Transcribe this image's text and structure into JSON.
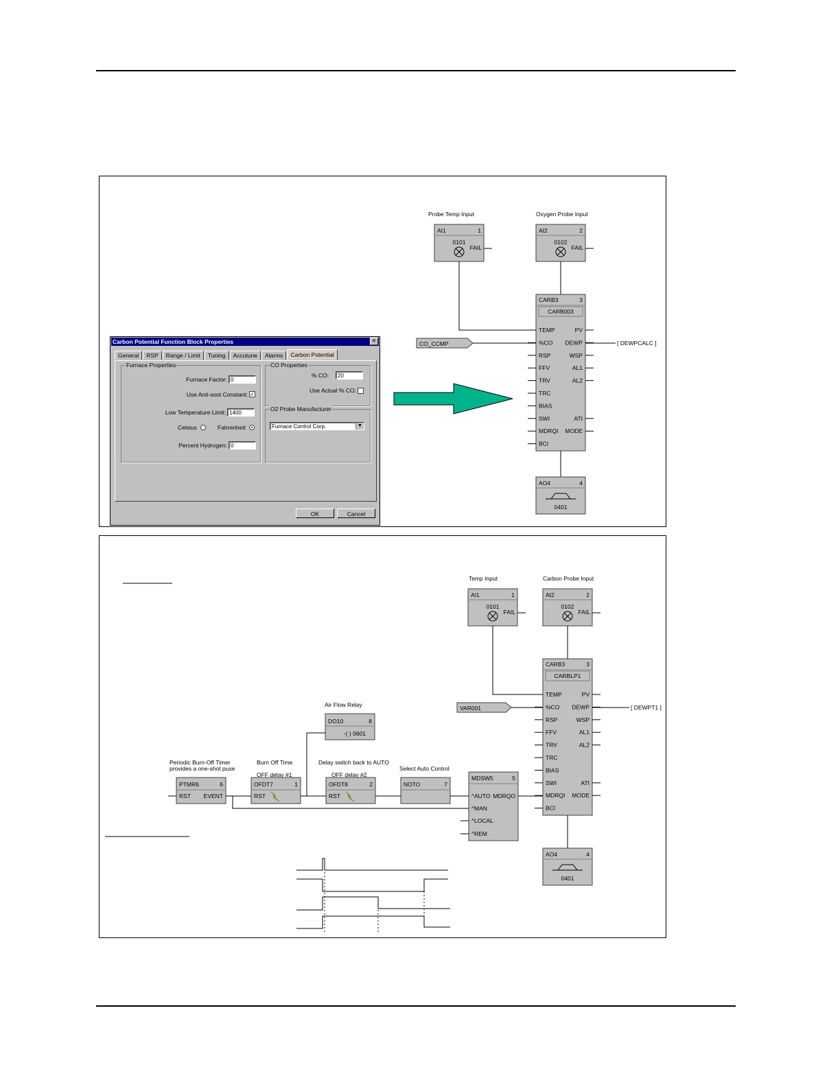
{
  "figure1": {
    "labels": {
      "probe_temp_input": "Probe Temp Input",
      "oxygen_probe_input": "Oxygen Probe Input"
    },
    "ai1": {
      "name": "AI1",
      "num": "1",
      "addr": "0101",
      "fail": "FAIL"
    },
    "ai2": {
      "name": "AI2",
      "num": "2",
      "addr": "0102",
      "fail": "FAIL"
    },
    "carb": {
      "name": "CARB3",
      "num": "3",
      "tag": "CARB003",
      "left_pins": [
        "TEMP",
        "%CO",
        "RSP",
        "FFV",
        "TRV",
        "TRC",
        "BIAS",
        "SWI",
        "MDRQI",
        "BCI"
      ],
      "right_pins": [
        "PV",
        "DEWP",
        "WSP",
        "AL1",
        "AL2",
        "",
        "",
        "ATI",
        "MODE",
        ""
      ]
    },
    "ao": {
      "name": "AO4",
      "num": "4",
      "addr": "0401"
    },
    "input_tag": "CO_CCMP",
    "output_tag": "[ DEWPCALC ]",
    "dialog": {
      "title": "Carbon Potential Function Block Properties",
      "close": "✕",
      "tabs": [
        "General",
        "RSP",
        "Range / Limit",
        "Tuning",
        "Accutune",
        "Alarms",
        "Carbon Potential"
      ],
      "furnace_group": "Furnace Properties",
      "furnace_factor_label": "Furnace Factor:",
      "furnace_factor_value": "0",
      "anti_soot_label": "Use Anti-soot Constant:",
      "anti_soot_mark": "✓",
      "low_temp_label": "Low Temperature Limit:",
      "low_temp_value": "1400",
      "celsius_label": "Celsius",
      "fahrenheit_label": "Fahrenheit",
      "percent_h_label": "Percent Hydrogen:",
      "percent_h_value": "0",
      "co_group": "CO Properties",
      "co_label": "% CO:",
      "co_value": "20",
      "use_actual_label": "Use Actual % CO:",
      "o2_group": "O2 Probe Manufacturer",
      "o2_value": "Furnace Control Corp.",
      "o2_arrow": "▼",
      "ok": "OK",
      "cancel": "Cancel"
    }
  },
  "figure2": {
    "labels": {
      "temp_input": "Temp Input",
      "carbon_probe_input": "Carbon Probe Input",
      "air_flow_relay": "Air Flow Relay",
      "periodic_1": "Periodic Burn-Off Timer",
      "periodic_2": "provides a one-shot puse",
      "burn_off_time": "Burn Off Time",
      "delay_switch": "Delay switch back to AUTO",
      "select_auto": "Select Auto Control"
    },
    "ai1": {
      "name": "AI1",
      "num": "1",
      "addr": "0101",
      "fail": "FAIL"
    },
    "ai2": {
      "name": "AI2",
      "num": "2",
      "addr": "0102",
      "fail": "FAIL"
    },
    "carb": {
      "name": "CARB3",
      "num": "3",
      "tag": "CARBLP1",
      "left_pins": [
        "TEMP",
        "%CO",
        "RSP",
        "FFV",
        "TRV",
        "TRC",
        "BIAS",
        "SWI",
        "MDRQI",
        "BCI"
      ],
      "right_pins": [
        "PV",
        "DEWP",
        "WSP",
        "AL1",
        "AL2",
        "",
        "",
        "ATI",
        "MODE",
        ""
      ]
    },
    "ao": {
      "name": "AO4",
      "num": "4",
      "addr": "0401"
    },
    "input_tag": "VAR001",
    "output_tag": "[ DEWPT1 ]",
    "do": {
      "name": "DO10",
      "num": "8",
      "addr": "-( ) 0601"
    },
    "ptmr": {
      "name": "PTMR6",
      "num": "6",
      "pin_l": "RST",
      "pin_r": "EVENT"
    },
    "ofdt7": {
      "name": "OFDT7",
      "num": "1",
      "note": "OFF delay #1",
      "pin": "RST"
    },
    "ofdt8": {
      "name": "OFDT8",
      "num": "2",
      "note": "OFF delay #2",
      "pin": "RST"
    },
    "noto": {
      "name": "NOTO",
      "num": "7"
    },
    "mdsw": {
      "name": "MDSW5",
      "num": "5",
      "pins": [
        "^AUTO",
        "^MAN",
        "^LOCAL",
        "^REM"
      ],
      "out": "MDRQO"
    }
  }
}
